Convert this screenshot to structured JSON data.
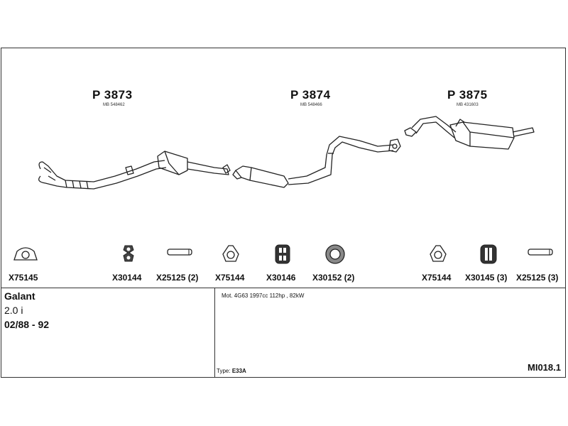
{
  "parts": [
    {
      "number": "P 3873",
      "ref": "MB 548462"
    },
    {
      "number": "P 3874",
      "ref": "MB 548466"
    },
    {
      "number": "P 3875",
      "ref": "MB 431603"
    }
  ],
  "fittings": [
    {
      "code": "X75145",
      "icon": "flange-gasket-icon"
    },
    {
      "code": "X30144",
      "icon": "rubber-hanger-icon"
    },
    {
      "code": "X25125 (2)",
      "icon": "clamp-sleeve-icon"
    },
    {
      "code": "X75144",
      "icon": "flange-gasket-icon"
    },
    {
      "code": "X30146",
      "icon": "rubber-mount-icon"
    },
    {
      "code": "X30152 (2)",
      "icon": "ring-gasket-icon"
    },
    {
      "code": "X75144",
      "icon": "flange-gasket-icon"
    },
    {
      "code": "X30145 (3)",
      "icon": "rubber-mount-icon"
    },
    {
      "code": "X25125 (3)",
      "icon": "clamp-sleeve-icon"
    }
  ],
  "vehicle": {
    "model": "Galant",
    "engine": "2.0 i",
    "years": "02/88 - 92",
    "motor_info": "Mot. 4G63 1997cc 112hp , 82kW",
    "type_label": "Type:",
    "type_value": "E33A",
    "diagram_code": "MI018.1"
  }
}
